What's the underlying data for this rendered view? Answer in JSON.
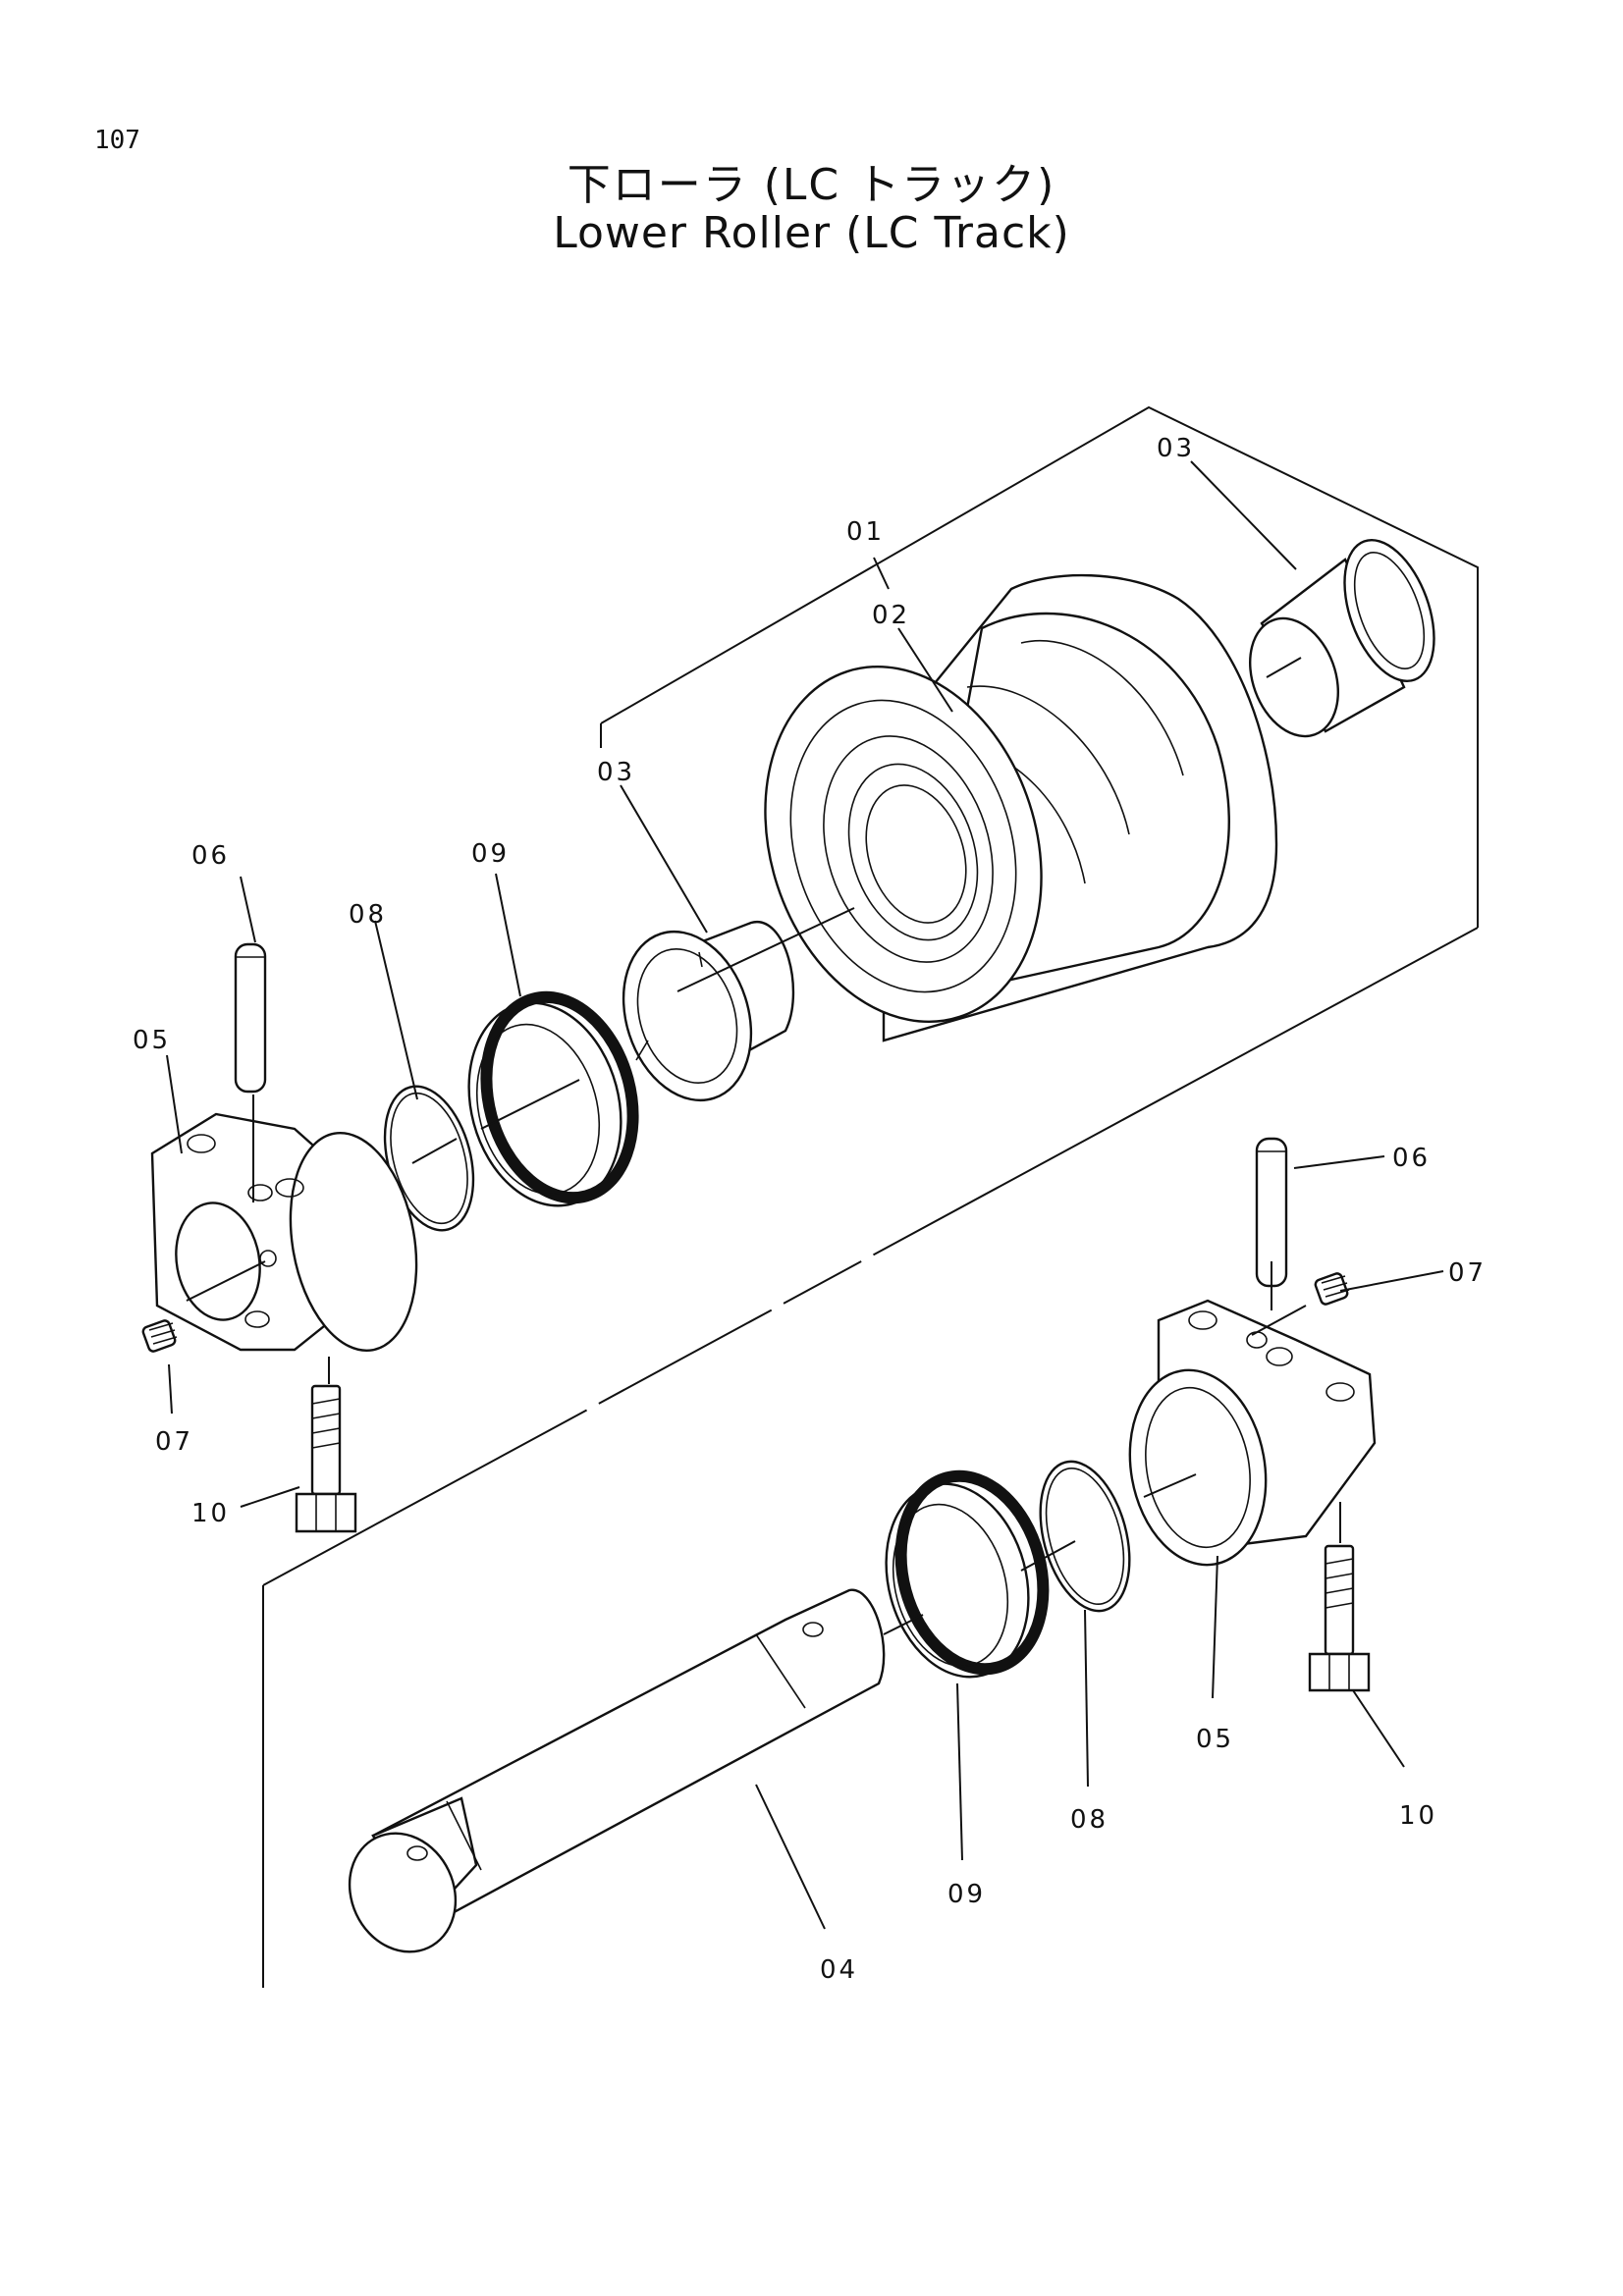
{
  "page_number": "107",
  "title": {
    "japanese": "下ローラ (LC トラック)",
    "english": "Lower Roller (LC Track)"
  },
  "callouts": {
    "c01": "01",
    "c02": "02",
    "c03_top": "03",
    "c03_left": "03",
    "c04": "04",
    "c05_left": "05",
    "c05_right": "05",
    "c06_left": "06",
    "c06_right": "06",
    "c07_left": "07",
    "c07_right": "07",
    "c08_left": "08",
    "c08_right": "08",
    "c09_left": "09",
    "c09_right": "09",
    "c10_left": "10",
    "c10_right": "10"
  }
}
